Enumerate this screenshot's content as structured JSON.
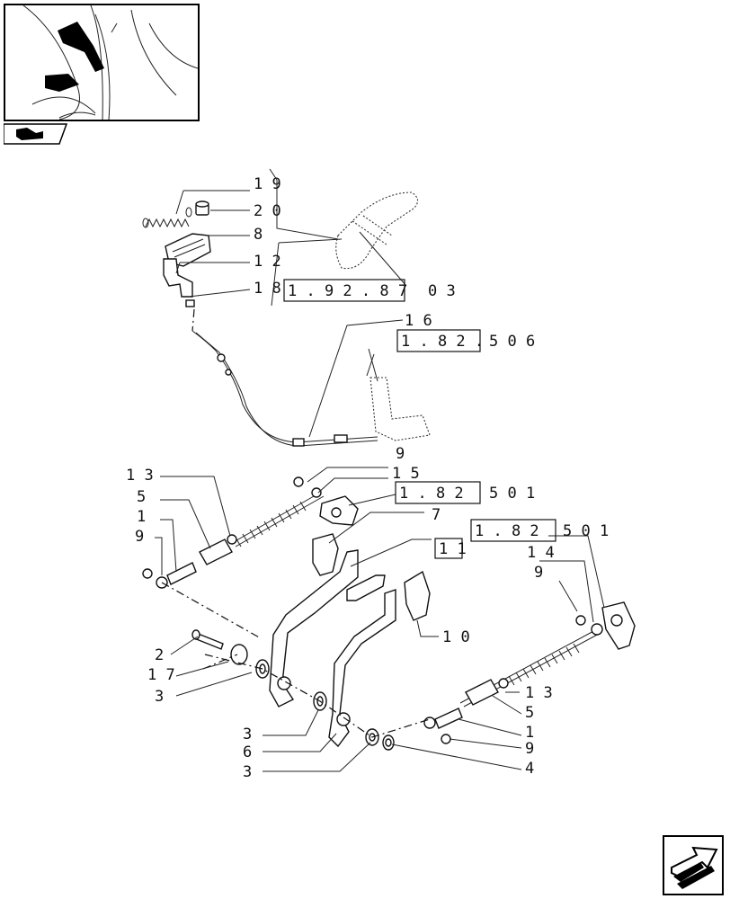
{
  "callouts": {
    "c19": "1 9",
    "c20": "2 0",
    "c8a": "8",
    "c12": "1 2",
    "c18": "1 8",
    "c16": "1 6",
    "c9a": "9",
    "c15": "1 5",
    "c13a": "1 3",
    "c5a": "5",
    "c1a": "1",
    "c9b": "9",
    "c7": "7",
    "c11": "1 1",
    "c14": "1 4",
    "c9c": "9",
    "c10": "1 0",
    "c2": "2",
    "c17": "1 7",
    "c3a": "3",
    "c13b": "1 3",
    "c5b": "5",
    "c3b": "3",
    "c1b": "1",
    "c6": "6",
    "c9d": "9",
    "c3c": "3",
    "c4": "4"
  },
  "refs": {
    "r1_box": "1 . 9 2 . 8 7",
    "r1_tail": "0 3",
    "r2_box": "1 . 8 2 .",
    "r2_tail": "5   0 6",
    "r3_box": "1 . 8 2",
    "r3_tail": "5   0 1",
    "r4_box": "1 . 8 2",
    "r4_tail": "5   0 1"
  },
  "thumbnail": {
    "icon": "tractor-pedals-thumbnail"
  },
  "nav": {
    "icon": "next-page-arrow-icon"
  },
  "tab": {
    "icon": "section-folder-icon"
  }
}
